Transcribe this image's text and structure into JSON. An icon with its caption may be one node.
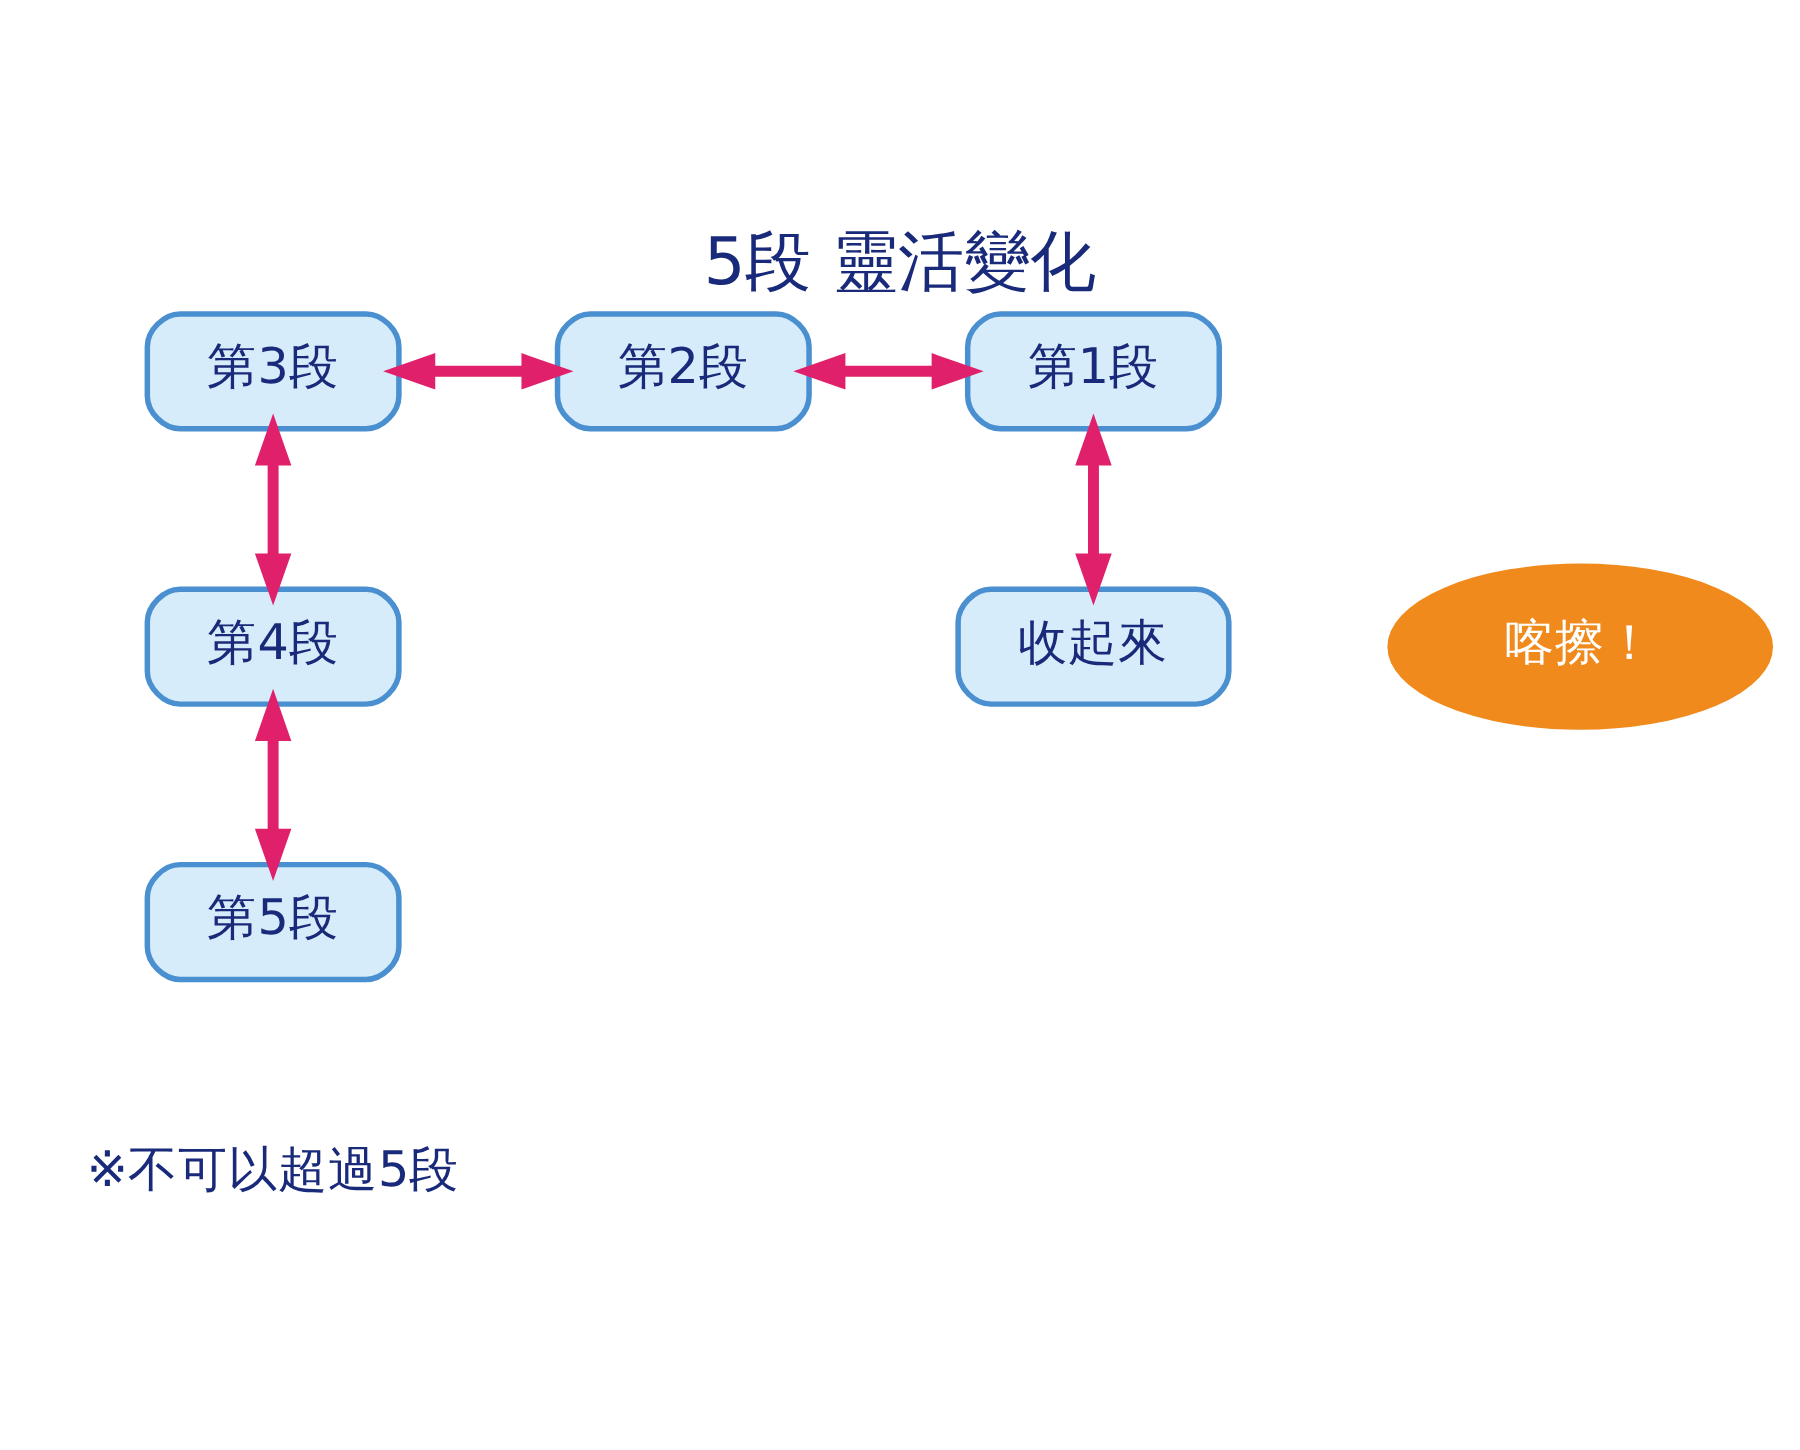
{
  "diagram": {
    "title": "5段 靈活變化",
    "caption": "※不可以超過5段",
    "nodes": [
      {
        "text": [
          "第2段"
        ]
      },
      {
        "text": [
          "第3段"
        ]
      },
      {
        "text": [
          "第1段"
        ]
      },
      {
        "text": [
          "喀擦！"
        ]
      },
      {
        "text": [
          "第4段"
        ]
      },
      {
        "text": [
          "第5段"
        ]
      },
      {
        "text": [
          "收起來"
        ]
      }
    ],
    "edges": [
      {
        "from": 1,
        "to": 0,
        "arrow": "both"
      },
      {
        "from": 0,
        "to": 2,
        "arrow": "both"
      },
      {
        "from": 2,
        "to": 6,
        "arrow": "both"
      },
      {
        "from": 1,
        "to": 4,
        "arrow": "both"
      },
      {
        "from": 4,
        "to": 5,
        "arrow": "both"
      }
    ]
  }
}
